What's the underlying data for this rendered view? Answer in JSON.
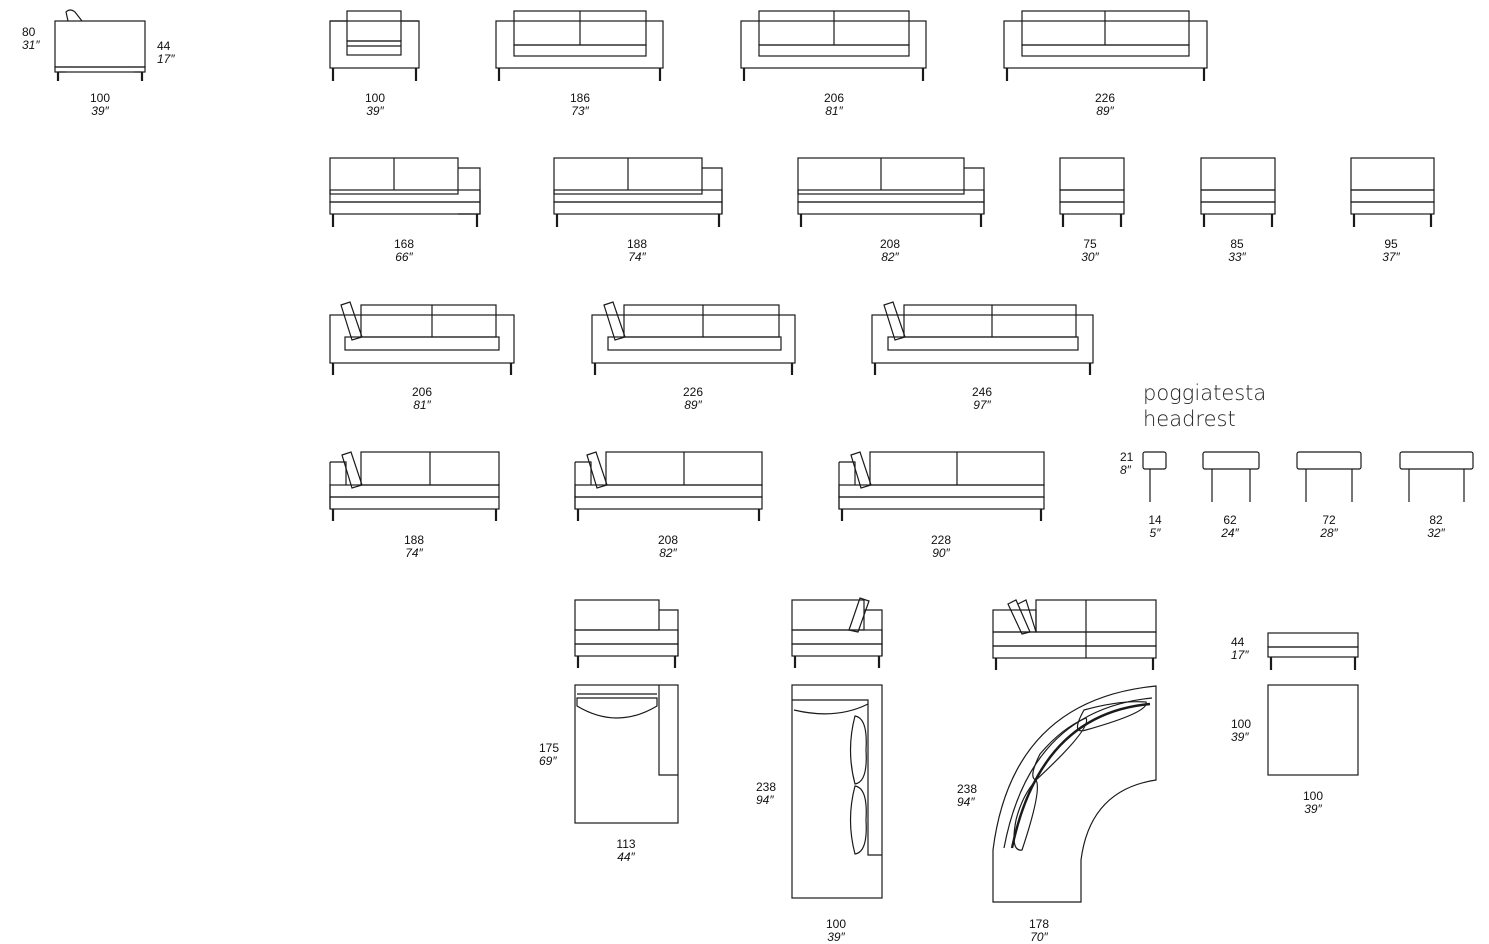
{
  "headrest_title": {
    "line1": "poggiatesta",
    "line2": "headrest"
  },
  "sofas_row1": [
    {
      "cm": "100",
      "in": "39″"
    },
    {
      "cm": "186",
      "in": "73″"
    },
    {
      "cm": "206",
      "in": "81″"
    },
    {
      "cm": "226",
      "in": "89″"
    }
  ],
  "side_view": {
    "height_cm": "80",
    "height_in": "31″",
    "seat_cm": "44",
    "seat_in": "17″",
    "depth_cm": "100",
    "depth_in": "39″"
  },
  "sofas_row2": [
    {
      "cm": "168",
      "in": "66″"
    },
    {
      "cm": "188",
      "in": "74″"
    },
    {
      "cm": "208",
      "in": "82″"
    },
    {
      "cm": "75",
      "in": "30″"
    },
    {
      "cm": "85",
      "in": "33″"
    },
    {
      "cm": "95",
      "in": "37″"
    }
  ],
  "sofas_row3": [
    {
      "cm": "206",
      "in": "81″"
    },
    {
      "cm": "226",
      "in": "89″"
    },
    {
      "cm": "246",
      "in": "97″"
    }
  ],
  "sofas_row4": [
    {
      "cm": "188",
      "in": "74″"
    },
    {
      "cm": "208",
      "in": "82″"
    },
    {
      "cm": "228",
      "in": "90″"
    }
  ],
  "headrests": {
    "height_cm": "21",
    "height_in": "8″",
    "widths": [
      {
        "cm": "14",
        "in": "5″"
      },
      {
        "cm": "62",
        "in": "24″"
      },
      {
        "cm": "72",
        "in": "28″"
      },
      {
        "cm": "82",
        "in": "32″"
      }
    ]
  },
  "chaise": {
    "depth_cm": "175",
    "depth_in": "69″",
    "width_cm": "113",
    "width_in": "44″"
  },
  "corner_long": {
    "depth_cm": "238",
    "depth_in": "94″",
    "width_cm": "100",
    "width_in": "39″"
  },
  "curved": {
    "depth_cm": "238",
    "depth_in": "94″",
    "width_cm": "178",
    "width_in": "70″"
  },
  "pouf": {
    "height_cm": "44",
    "height_in": "17″",
    "depth_cm": "100",
    "depth_in": "39″",
    "width_cm": "100",
    "width_in": "39″"
  }
}
